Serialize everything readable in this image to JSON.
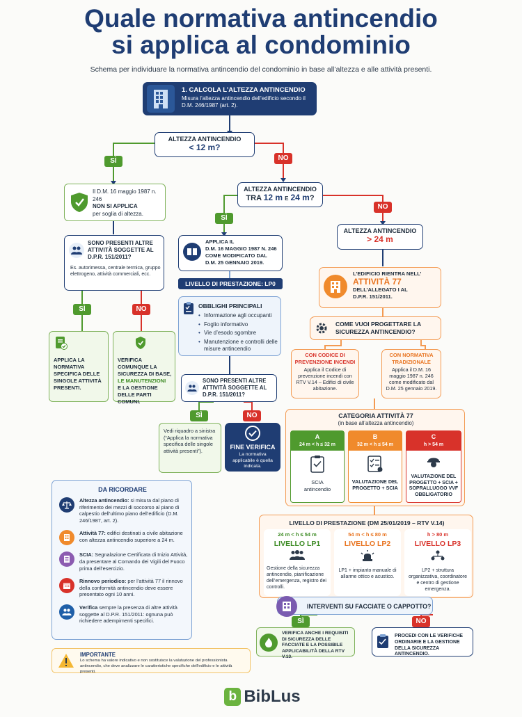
{
  "title": {
    "line1": "Quale normativa antincendio",
    "line2": "si applica al condominio",
    "subtitle": "Schema per individuare la normativa antincendio del condominio in base all’altezza e alle attività presenti."
  },
  "step1": {
    "heading": "1. CALCOLA L’ALTEZZA ANTINCENDIO",
    "text": "Misura l’altezza antincendio dell’edificio secondo il D.M. 246/1987 (art. 2)."
  },
  "q1": {
    "label": "ALTEZZA ANTINCENDIO",
    "value": "< 12 m?"
  },
  "yes_label": "SÌ",
  "no_label": "NO",
  "left_branch": {
    "not_applies_1": "Il D.M. 16 maggio 1987 n. 246",
    "not_applies_2": "NON SI APPLICA",
    "not_applies_3": "per soglia di altezza.",
    "q_title": "SONO PRESENTI ALTRE ATTIVITÀ SOGGETTE AL D.P.R. 151/2011?",
    "q_examples": "Es. autorimessa, centrale termica, gruppo elettrogeno, attività commerciali, ecc.",
    "yes_box": "APPLICA LA NORMATIVA SPECIFICA DELLE SINGOLE ATTIVITÀ PRESENTI.",
    "no_box_1": "VERIFICA COMUNQUE LA SICUREZZA DI BASE,",
    "no_box_2": "LE MANUTENZIONI",
    "no_box_3": "E LA GESTIONE DELLE PARTI COMUNI."
  },
  "q2": {
    "label": "ALTEZZA ANTINCENDIO",
    "value_a": "TRA",
    "value_b": "12 m",
    "value_c": "E",
    "value_d": "24 m",
    "value_e": "?"
  },
  "middle_branch": {
    "apply_1": "APPLICA IL",
    "apply_2": "D.M. 16 MAGGIO 1987 N. 246",
    "apply_3": "COME MODIFICATO DAL",
    "apply_4": "D.M. 25 GENNAIO 2019.",
    "level": "LIVELLO DI PRESTAZIONE: LP0",
    "obligations_title": "OBBLIGHI PRINCIPALI",
    "obligations": [
      "Informazione agli occupanti",
      "Foglio informativo",
      "Vie d’esodo sgombre",
      "Manutenzione e controlli delle misure antincendio"
    ],
    "q_title": "SONO PRESENTI ALTRE ATTIVITÀ SOGGETTE AL D.P.R. 151/2011?",
    "yes_box": "Vedi riquadro a sinistra (“Applica la normativa specifica delle singole attività presenti”).",
    "end_title": "FINE VERIFICA",
    "end_text": "La normativa applicabile è quella indicata."
  },
  "q3": {
    "label": "ALTEZZA ANTINCENDIO",
    "value": "> 24 m"
  },
  "right_branch": {
    "act_1": "L’EDIFICIO RIENTRA NELL’",
    "act_2": "ATTIVITÀ 77",
    "act_3": "DELL’ALLEGATO I AL",
    "act_4": "D.P.R. 151/2011.",
    "how_title": "COME VUOI PROGETTARE LA SICUREZZA ANTINCENDIO?",
    "opt1_title": "CON CODICE DI PREVENZIONE INCENDI",
    "opt1_text": "Applica il Codice di prevenzione incendi con RTV V.14 – Edifici di civile abitazione.",
    "opt2_title": "CON NORMATIVA TRADIZIONALE",
    "opt2_text": "Applica il D.M. 16 maggio 1987 n. 246 come modificato dal D.M. 25 gennaio 2019."
  },
  "categories": {
    "title": "CATEGORIA ATTIVITÀ 77",
    "subtitle": "(in base all’altezza antincendio)",
    "items": [
      {
        "letter": "A",
        "range": "24 m < h ≤ 32 m",
        "text": "SCIA antincendio",
        "color": "#4f9a2e"
      },
      {
        "letter": "B",
        "range": "32 m < h ≤ 54 m",
        "text": "VALUTAZIONE DEL PROGETTO + SCIA",
        "color": "#f08a2c"
      },
      {
        "letter": "C",
        "range": "h > 54 m",
        "text": "VALUTAZIONE DEL PROGETTO + SCIA + SOPRALLUOGO VVF OBBLIGATORIO",
        "color": "#d8322a"
      }
    ]
  },
  "levels": {
    "title": "LIVELLO DI PRESTAZIONE (DM 25/01/2019 – RTV V.14)",
    "items": [
      {
        "range": "24 m < h ≤ 54 m",
        "name": "LIVELLO LP1",
        "text": "Gestione della sicurezza antincendio, pianificazione dell’emergenza, registro dei controlli.",
        "color": "#3b8a22"
      },
      {
        "range": "54 m < h ≤ 80 m",
        "name": "LIVELLO LP2",
        "text": "LP1 + impianto manuale di allarme ottico e acustico.",
        "color": "#e8731f"
      },
      {
        "range": "h > 80 m",
        "name": "LIVELLO LP3",
        "text": "LP2 + struttura organizzativa, coordinatore e centro di gestione emergenza.",
        "color": "#d8322a"
      }
    ]
  },
  "facades": {
    "question": "INTERVENTI SU FACCIATE O CAPPOTTO?",
    "yes_box": "VERIFICA ANCHE I REQUISITI DI SICUREZZA DELLE FACCIATE E LA POSSIBILE APPLICABILITÀ DELLA RTV V.13.",
    "no_box": "PROCEDI CON LE VERIFICHE ORDINARIE E LA GESTIONE DELLA SICUREZZA ANTINCENDIO."
  },
  "remember": {
    "title": "DA RICORDARE",
    "items": [
      {
        "term": "Altezza antincendio:",
        "text": " si misura dal piano di riferimento dei mezzi di soccorso al piano di calpestio dell’ultimo piano dell’edificio (D.M. 246/1987, art. 2).",
        "color": "#1f3d73",
        "icon": "scale-icon"
      },
      {
        "term": "Attività 77:",
        "text": " edifici destinati a civile abitazione con altezza antincendio superiore a 24 m.",
        "color": "#f08a2c",
        "icon": "building-icon"
      },
      {
        "term": "SCIA:",
        "text": " Segnalazione Certificata di Inizio Attività, da presentare al Comando dei Vigili del Fuoco prima dell’esercizio.",
        "color": "#8c5bb0",
        "icon": "document-icon"
      },
      {
        "term": "Rinnovo periodico:",
        "text": " per l’attività 77 il rinnovo della conformità antincendio deve essere presentato ogni 10 anni.",
        "color": "#d8322a",
        "icon": "calendar-icon"
      },
      {
        "term": "Verifica",
        "text": " sempre la presenza di altre attività soggette al D.P.R. 151/2011: ognuna può richiedere adempimenti specifici.",
        "color": "#1f5fa8",
        "icon": "users-icon"
      }
    ]
  },
  "important": {
    "title": "IMPORTANTE",
    "text": "Lo schema ha valore indicativo e non sostituisce la valutazione del professionista antincendio, che deve analizzare le caratteristiche specifiche dell’edificio e le attività presenti."
  },
  "brand": {
    "name": "BibLus",
    "letter": "b",
    "color": "#6bb33f"
  }
}
